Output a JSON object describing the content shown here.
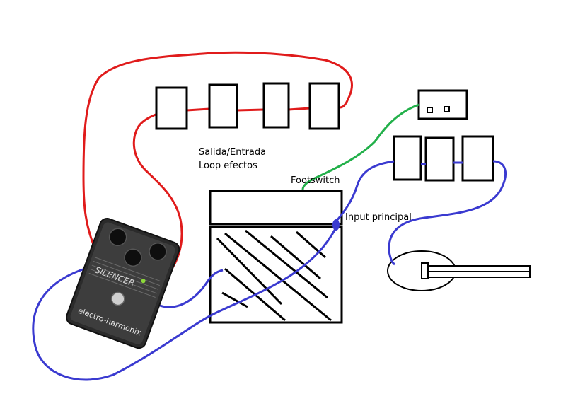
{
  "labels": {
    "loop_line1": "Salida/Entrada",
    "loop_line2": "Loop efectos",
    "footswitch": "Footswitch",
    "input": "Input principal"
  },
  "pedal": {
    "brand": "electro-harmonix",
    "model": "SILENCER"
  },
  "colors": {
    "fx_loop_cable": "#e01b1b",
    "footswitch_cable": "#22b04a",
    "guitar_cable": "#3a3ad0",
    "outline": "#000000"
  }
}
